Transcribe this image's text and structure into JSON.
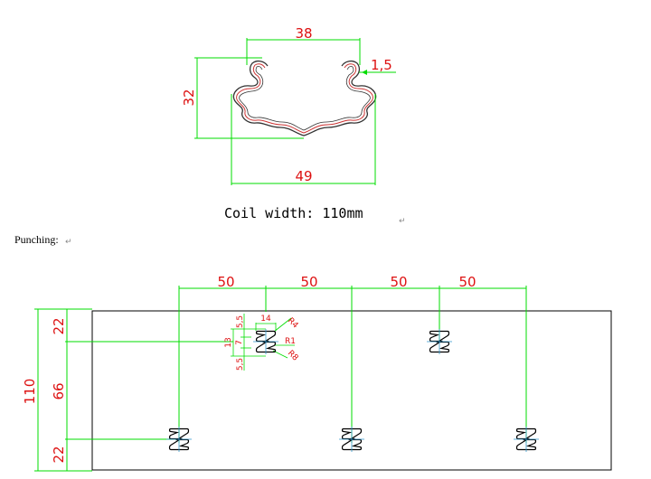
{
  "profile": {
    "dim_top_width": "38",
    "dim_thickness": "1,5",
    "dim_height": "32",
    "dim_bottom_width": "49"
  },
  "coil_width_text": "Coil width: 110mm",
  "return_mark": "↵",
  "punching_label": "Punching:",
  "strip": {
    "spacing_labels": [
      "50",
      "50",
      "50",
      "50"
    ],
    "vertical_labels": {
      "top": "22",
      "middle": "66",
      "bottom": "22",
      "total": "110"
    },
    "detail_labels": {
      "top_55": "5,5",
      "w14": "14",
      "h13": "13",
      "h7": "7",
      "bottom_55": "5,5",
      "r1": "R1",
      "r4": "R4",
      "r8": "R8"
    }
  },
  "colors": {
    "dimension_line": "#00dd00",
    "dimension_text": "#dd1111",
    "profile_outer": "#333333",
    "profile_inner": "#cc3333",
    "outline": "#000000"
  }
}
